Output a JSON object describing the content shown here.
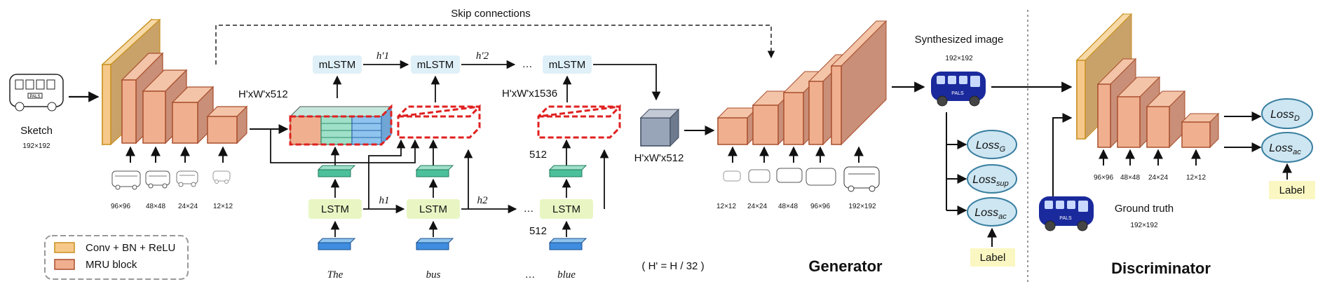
{
  "header": {
    "skip_connections": "Skip connections"
  },
  "sketch": {
    "label": "Sketch",
    "size": "192×192",
    "bus_text": "PALS"
  },
  "encoder": {
    "input_sizes": [
      "96×96",
      "48×48",
      "24×24",
      "12×12"
    ],
    "output_dim": "H'xW'x512"
  },
  "text_module": {
    "mlstm_label": "mLSTM",
    "lstm_label": "LSTM",
    "h_prime": [
      "h'1",
      "h'2"
    ],
    "h": [
      "h1",
      "h2"
    ],
    "words": [
      "The",
      "bus",
      "blue"
    ],
    "ellipsis": "…",
    "dim_concat": "H'xW'x1536",
    "dim_512_a": "512",
    "dim_512_b": "512",
    "dim_cube": "H'xW'x512",
    "note": "( H' = H / 32 )"
  },
  "generator": {
    "title": "Generator",
    "output_sizes": [
      "12×12",
      "24×24",
      "48×48",
      "96×96",
      "192×192"
    ]
  },
  "synth": {
    "label": "Synthesized image",
    "size": "192×192",
    "losses": [
      "LossG",
      "Losssup",
      "Lossac"
    ],
    "loss_main": "Loss",
    "loss_subs": [
      "G",
      "sup",
      "ac"
    ],
    "label_box": "Label"
  },
  "discriminator": {
    "title": "Discriminator",
    "input_sizes": [
      "96×96",
      "48×48",
      "24×24",
      "12×12"
    ],
    "loss_main": "Loss",
    "loss_subs": [
      "D",
      "ac"
    ],
    "label_box": "Label",
    "ground_truth": "Ground truth",
    "gt_size": "192×192"
  },
  "legend": {
    "items": [
      "Conv + BN + ReLU",
      "MRU block"
    ]
  },
  "colors": {
    "conv_fill": "#f6c98b",
    "conv_stroke": "#c8901e",
    "mru_fill": "#f0b090",
    "mru_stroke": "#a84e2c",
    "mlstm_fill": "#dff0f8",
    "lstm_fill": "#e9f6c4",
    "loss_fill": "#cde6f2",
    "loss_stroke": "#3a7fa0",
    "label_fill": "#fbf7c2",
    "dashed_red": "#e02020",
    "bus_blue": "#1a2a9c",
    "cube": "#98a4b8"
  }
}
